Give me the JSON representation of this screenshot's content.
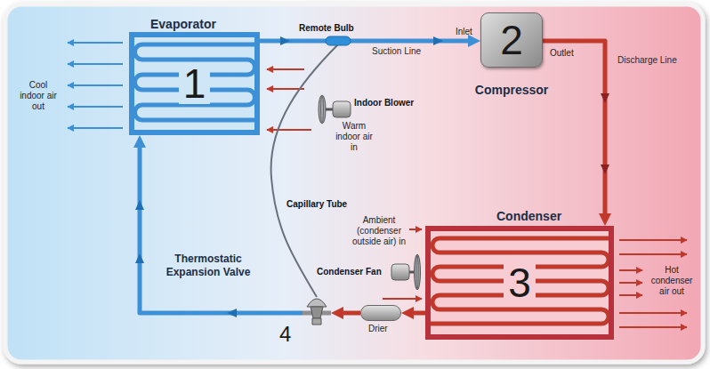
{
  "diagram": {
    "nodes": [
      {
        "text": [
          "Evaporator",
          "1"
        ]
      },
      {
        "text": [
          "2",
          "Compressor"
        ]
      },
      {
        "text": [
          "Condenser",
          "3"
        ]
      },
      {
        "text": [
          "Thermostatic Expansion Valve",
          "4"
        ]
      },
      {
        "text": [
          "Drier"
        ]
      }
    ],
    "edges": [
      {
        "from": 0,
        "to": 1,
        "arrow": "to",
        "label": "Suction Line"
      },
      {
        "from": 1,
        "to": 2,
        "arrow": "to",
        "label": "Discharge Line"
      },
      {
        "from": 2,
        "to": 4,
        "arrow": "to"
      },
      {
        "from": 4,
        "to": 3,
        "arrow": "to"
      },
      {
        "from": 3,
        "to": 0,
        "arrow": "to"
      }
    ],
    "labels": [
      "Remote Bulb",
      "Inlet",
      "Outlet",
      "Cool indoor air out",
      "Indoor Blower",
      "Warm indoor air in",
      "Capillary Tube",
      "Ambient (condenser outside air) in",
      "Condenser Fan",
      "Hot condenser air out"
    ]
  }
}
